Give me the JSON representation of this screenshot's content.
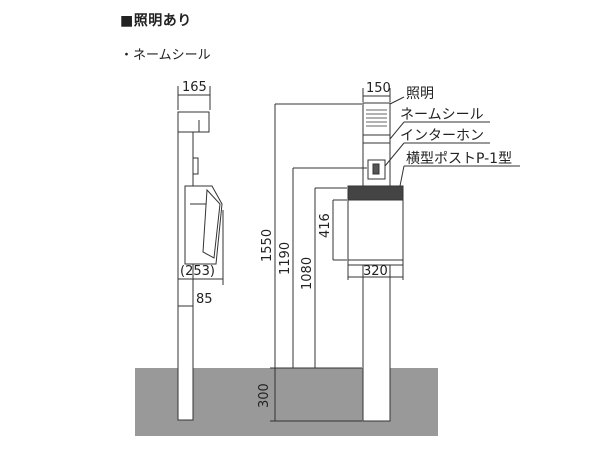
{
  "header": {
    "title": "■照明あり",
    "subtitle": "・ネームシール"
  },
  "side_view": {
    "dim_top": "165",
    "dim_post_body": "(253)",
    "dim_post": "85"
  },
  "front_view": {
    "dim_top": "150",
    "dim_box_height": "416",
    "dim_box_width": "320",
    "dim_total_height": "1550",
    "dim_height_1190": "1190",
    "dim_height_1080": "1080",
    "dim_ground_depth": "300",
    "labels": [
      "照明",
      "ネームシール",
      "インターホン",
      "横型ポストP-1型"
    ]
  },
  "colors": {
    "line": "#333333",
    "ground": "#999999",
    "box_band": "#444444"
  }
}
